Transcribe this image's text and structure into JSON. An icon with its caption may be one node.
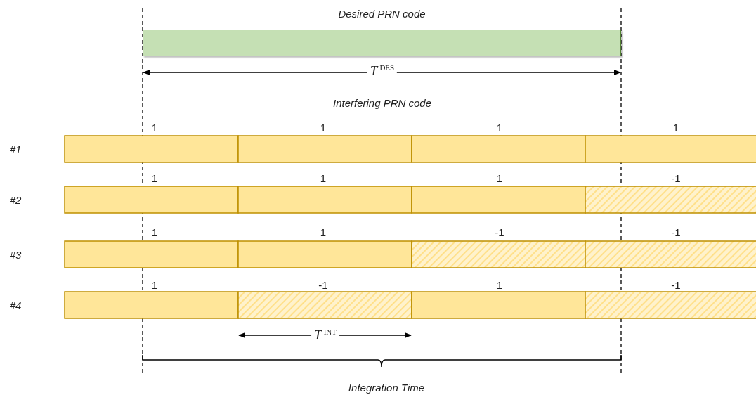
{
  "diagram": {
    "nodes": [
      {
        "text": [
          "Desired PRN code"
        ]
      }
    ],
    "labels": [
      "*T*$^{DES}$",
      "Interfering PRN code",
      "#1",
      "1",
      "1",
      "1",
      "1",
      "#2",
      "1",
      "1",
      "1",
      "-1",
      "#3",
      "1",
      "1",
      "-1",
      "-1",
      "#4",
      "1",
      "-1",
      "1",
      "-1",
      "*T*$^{INT}$",
      "Integration Time"
    ]
  }
}
